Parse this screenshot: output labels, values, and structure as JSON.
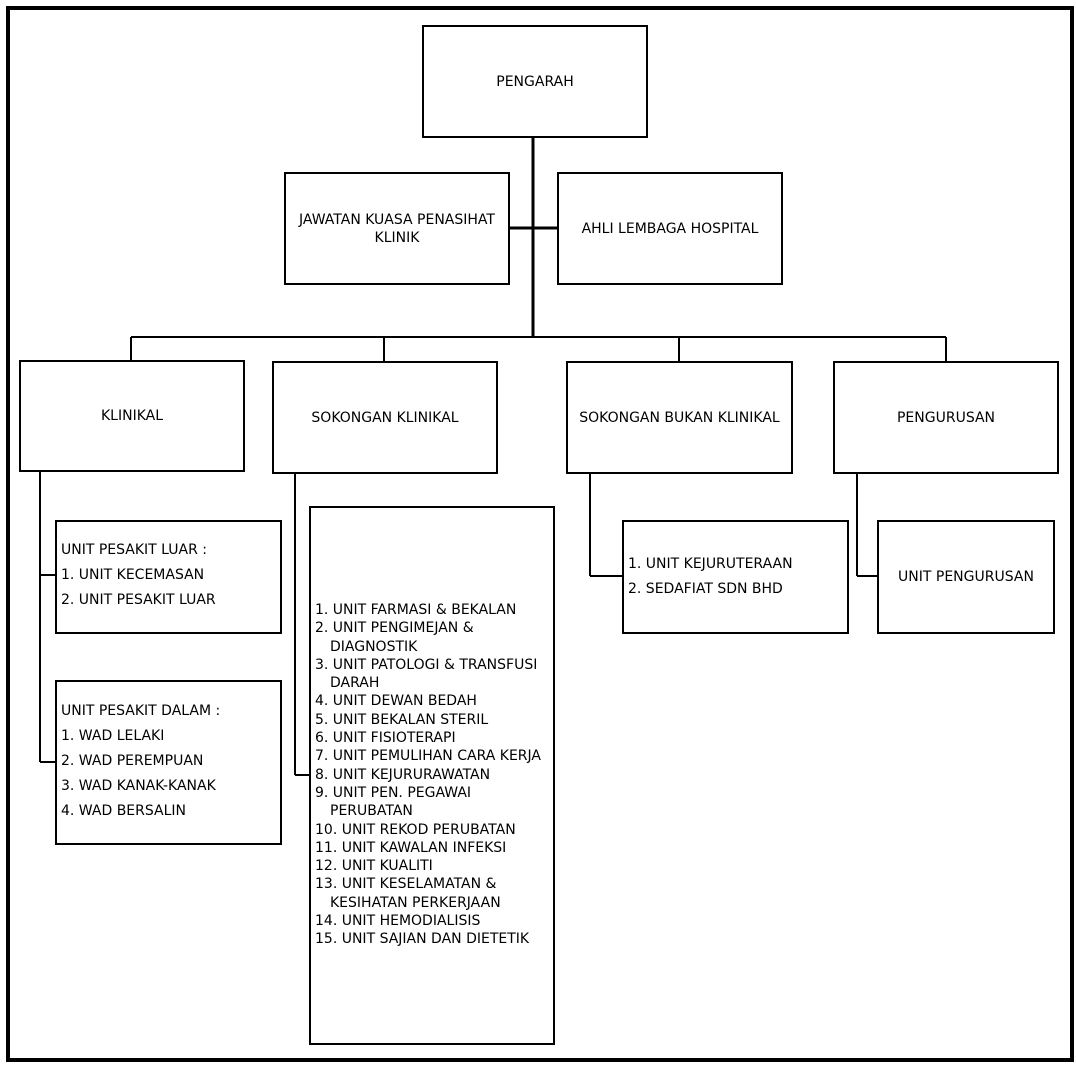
{
  "top": {
    "label": "PENGARAH"
  },
  "advisory": [
    {
      "line1": "JAWATAN KUASA PENASIHAT",
      "line2": "KLINIK"
    },
    {
      "line1": "AHLI LEMBAGA HOSPITAL",
      "line2": ""
    }
  ],
  "departments": [
    {
      "label": "KLINIKAL"
    },
    {
      "label": "SOKONGAN KLINIKAL"
    },
    {
      "label": "SOKONGAN BUKAN KLINIKAL"
    },
    {
      "label": "PENGURUSAN"
    }
  ],
  "klinikal_units": [
    {
      "heading": "UNIT PESAKIT LUAR :",
      "items": [
        "1. UNIT KECEMASAN",
        "2. UNIT PESAKIT LUAR"
      ]
    },
    {
      "heading": "UNIT PESAKIT DALAM :",
      "items": [
        "1. WAD LELAKI",
        "2. WAD PEREMPUAN",
        "3. WAD KANAK-KANAK",
        "4. WAD BERSALIN"
      ]
    }
  ],
  "sokongan_klinikal_units": [
    [
      "1. UNIT FARMASI & BEKALAN"
    ],
    [
      "2. UNIT PENGIMEJAN &",
      "DIAGNOSTIK"
    ],
    [
      "3. UNIT PATOLOGI & TRANSFUSI",
      "DARAH"
    ],
    [
      "4. UNIT DEWAN BEDAH"
    ],
    [
      "5. UNIT BEKALAN STERIL"
    ],
    [
      "6. UNIT FISIOTERAPI"
    ],
    [
      "7. UNIT PEMULIHAN CARA KERJA"
    ],
    [
      "8. UNIT KEJURURAWATAN"
    ],
    [
      "9. UNIT PEN. PEGAWAI",
      "PERUBATAN"
    ],
    [
      "10. UNIT REKOD PERUBATAN"
    ],
    [
      "11. UNIT KAWALAN INFEKSI"
    ],
    [
      "12. UNIT KUALITI"
    ],
    [
      "13. UNIT KESELAMATAN &",
      "KESIHATAN PERKERJAAN"
    ],
    [
      "14. UNIT HEMODIALISIS"
    ],
    [
      "15. UNIT SAJIAN DAN DIETETIK"
    ]
  ],
  "sokongan_bukan_klinikal_units": [
    "1. UNIT KEJURUTERAAN",
    "2. SEDAFIAT SDN BHD"
  ],
  "pengurusan_units": [
    "UNIT PENGURUSAN"
  ]
}
